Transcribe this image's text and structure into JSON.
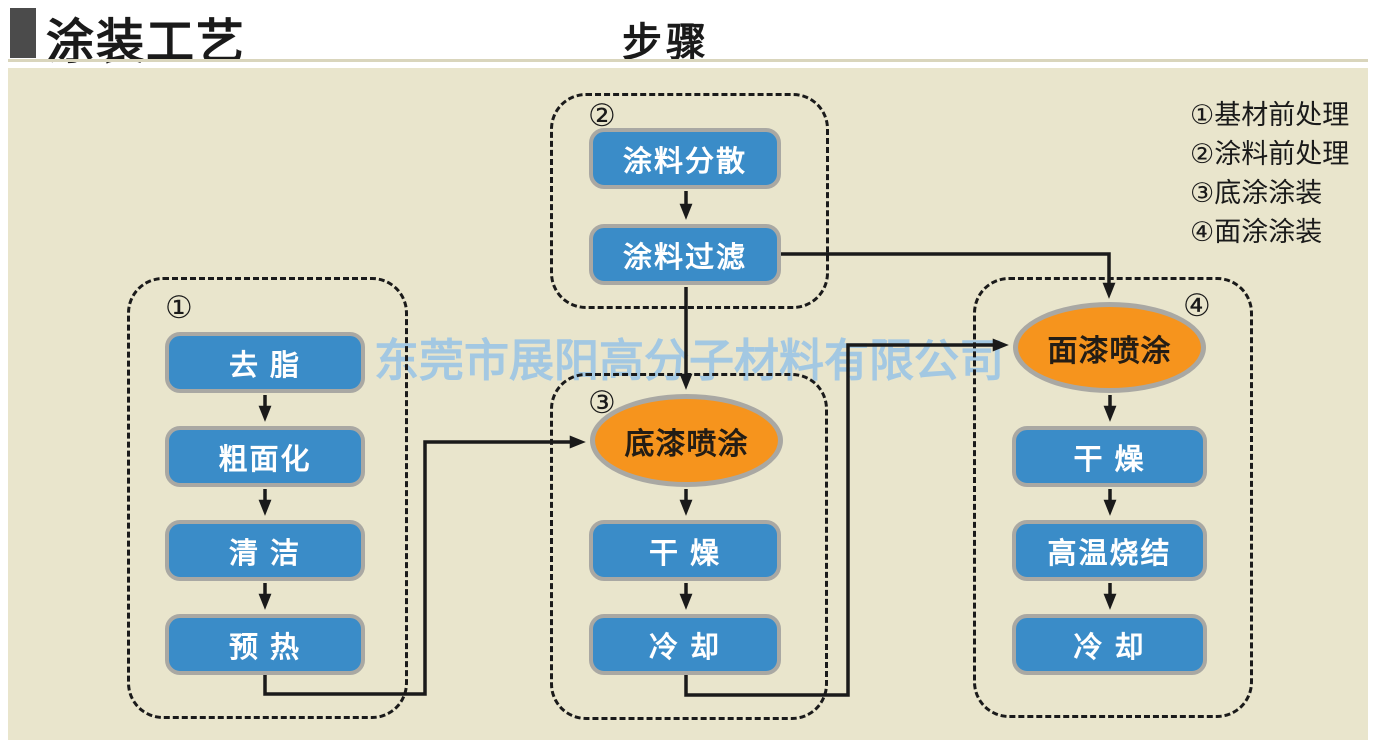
{
  "page": {
    "title": "涂装工艺",
    "section_label": "步骤",
    "watermark": "东莞市展阳高分子材料有限公司"
  },
  "legend": [
    "①基材前处理",
    "②涂料前处理",
    "③底涂涂装",
    "④面涂涂装"
  ],
  "groups": {
    "g1": {
      "number": "①",
      "steps": [
        "去 脂",
        "粗面化",
        "清 洁",
        "预 热"
      ]
    },
    "g2": {
      "number": "②",
      "steps": [
        "涂料分散",
        "涂料过滤"
      ]
    },
    "g3": {
      "number": "③",
      "spray": "底漆喷涂",
      "steps": [
        "干 燥",
        "冷 却"
      ]
    },
    "g4": {
      "number": "④",
      "spray": "面漆喷涂",
      "steps": [
        "干 燥",
        "高温烧结",
        "冷 却"
      ]
    }
  },
  "colors": {
    "panel_bg": "#e9e5cc",
    "process_blue": "#3a8cc8",
    "spray_orange": "#f6941d",
    "node_border_gray": "#a9a8a3",
    "line_black": "#1a1a1a",
    "watermark_blue": "#97c3e7",
    "title_bar_gray": "#4b4b4b"
  }
}
